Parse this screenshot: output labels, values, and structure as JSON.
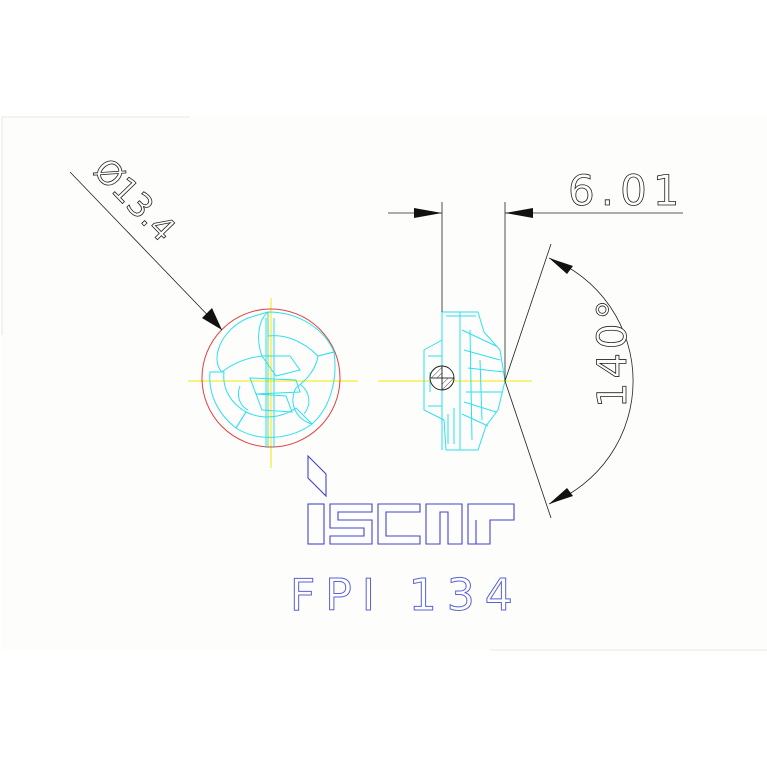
{
  "drawing": {
    "diameter_label": "Ø13.4",
    "width_label": "6.01",
    "angle_label": "140°",
    "brand": "iscar",
    "product_code": "FPI 134"
  },
  "colors": {
    "background": "#fdfdfc",
    "dimension": "#222222",
    "outline": "#2fe0ee",
    "circle": "#e04040",
    "centerline": "#f2e600",
    "brand": "#4444cc",
    "code": "#5a62d8",
    "frame": "#e8e8e8"
  }
}
